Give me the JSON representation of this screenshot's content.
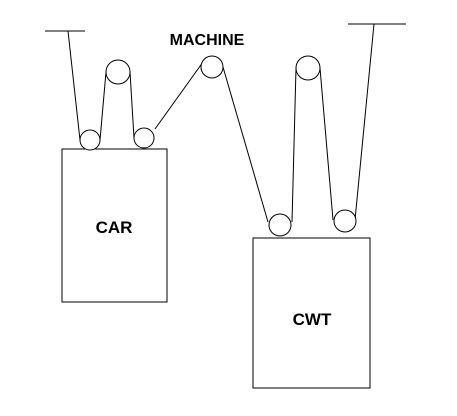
{
  "diagram": {
    "title": "MACHINE",
    "car_label": "CAR",
    "counterweight_label": "CWT"
  },
  "colors": {
    "stroke": "#000000",
    "background": "#ffffff",
    "sheave_fill": "#ffffff"
  }
}
